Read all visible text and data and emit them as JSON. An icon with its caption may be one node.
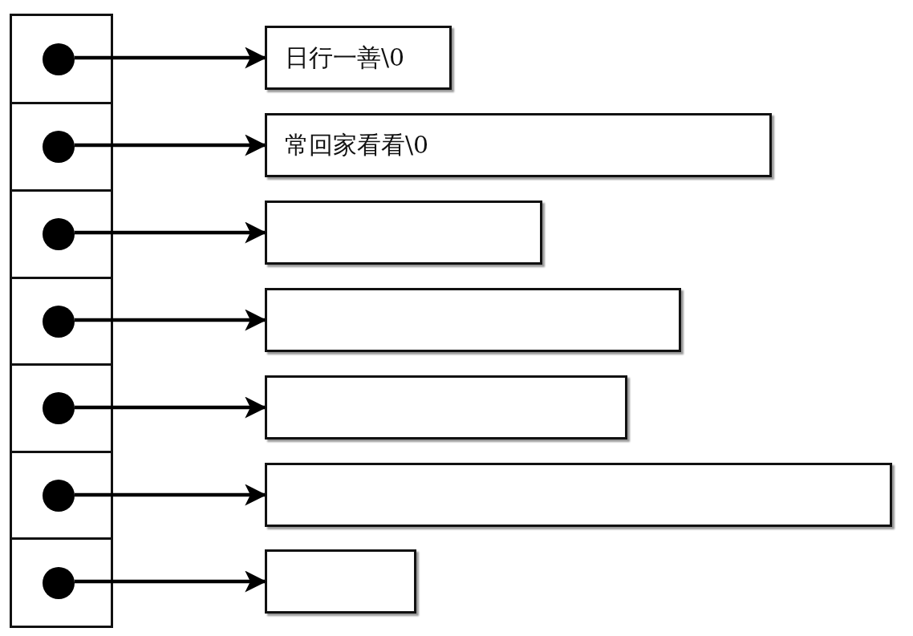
{
  "diagram": {
    "nodes": [
      {
        "text": [],
        "shape": "box"
      },
      {
        "text": [],
        "shape": "circle",
        "in": 0
      },
      {
        "text": [
          "日行一善\\0"
        ]
      },
      {
        "text": [],
        "shape": "box"
      },
      {
        "text": [],
        "shape": "circle",
        "in": 3
      },
      {
        "text": [
          "常回家看看\\0"
        ]
      },
      {
        "text": [],
        "shape": "box"
      },
      {
        "text": [],
        "shape": "circle",
        "in": 6
      },
      {
        "text": [],
        "shape": "box"
      },
      {
        "text": [],
        "shape": "box"
      },
      {
        "text": [],
        "shape": "circle",
        "in": 9
      },
      {
        "text": [],
        "shape": "box"
      },
      {
        "text": [],
        "shape": "box"
      },
      {
        "text": [],
        "shape": "circle",
        "in": 12
      },
      {
        "text": [],
        "shape": "box"
      },
      {
        "text": [],
        "shape": "box"
      },
      {
        "text": [],
        "shape": "circle",
        "in": 15
      },
      {
        "text": [],
        "shape": "box"
      },
      {
        "text": [],
        "shape": "box"
      },
      {
        "text": [],
        "shape": "circle",
        "in": 18
      },
      {
        "text": [],
        "shape": "box"
      }
    ],
    "edges": [
      {
        "from": 1,
        "to": 2,
        "arrow": "to"
      },
      {
        "from": 4,
        "to": 5,
        "arrow": "to"
      },
      {
        "from": 7,
        "to": 8,
        "arrow": "to"
      },
      {
        "from": 10,
        "to": 11,
        "arrow": "to"
      },
      {
        "from": 13,
        "to": 14,
        "arrow": "to"
      },
      {
        "from": 16,
        "to": 17,
        "arrow": "to"
      },
      {
        "from": 19,
        "to": 20,
        "arrow": "to"
      }
    ]
  }
}
